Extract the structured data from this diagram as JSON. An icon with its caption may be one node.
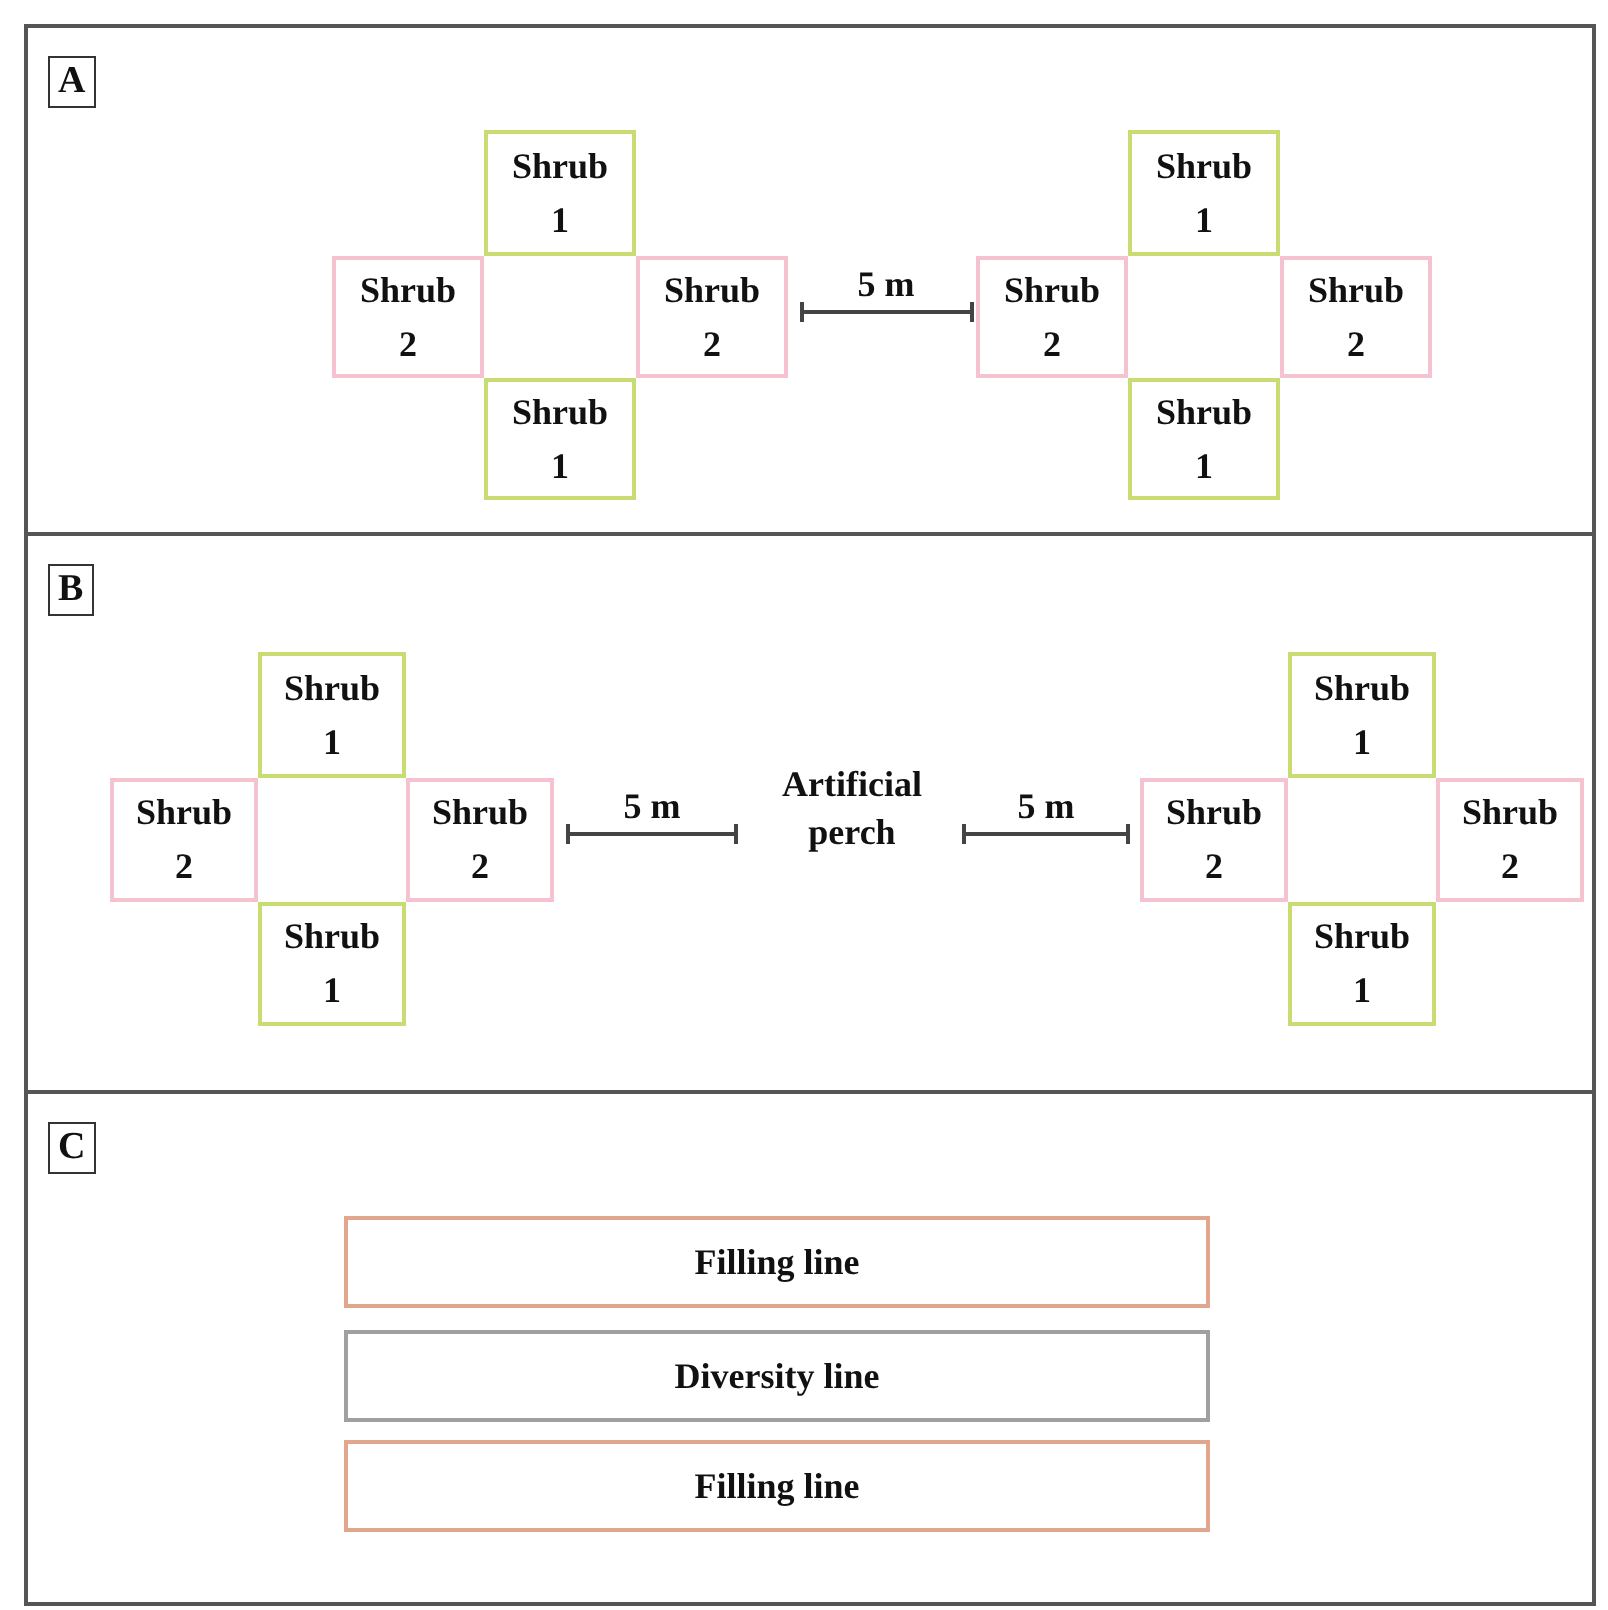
{
  "diagram": {
    "nodes": [
      {
        "text": [
          "A"
        ]
      },
      {
        "text": [
          "Shrub 1"
        ],
        "in": 0
      },
      {
        "text": [
          "Shrub 1"
        ],
        "in": 0
      },
      {
        "text": [
          "Shrub 2"
        ],
        "in": 0
      },
      {
        "text": [
          "Shrub 2"
        ],
        "in": 0
      },
      {
        "text": [
          "Shrub 2"
        ],
        "in": 0
      },
      {
        "text": [
          "Shrub 2"
        ],
        "in": 0
      },
      {
        "text": [
          "Shrub 1"
        ],
        "in": 0
      },
      {
        "text": [
          "Shrub 1"
        ],
        "in": 0
      },
      {
        "text": [
          "B"
        ]
      },
      {
        "text": [
          "Shrub 1"
        ],
        "in": 9
      },
      {
        "text": [
          "Shrub 1"
        ],
        "in": 9
      },
      {
        "text": [
          "Shrub 2"
        ],
        "in": 9
      },
      {
        "text": [
          "Shrub 2"
        ],
        "in": 9
      },
      {
        "text": [
          "Shrub 2"
        ],
        "in": 9
      },
      {
        "text": [
          "Shrub 2"
        ],
        "in": 9
      },
      {
        "text": [
          "Shrub 1"
        ],
        "in": 9
      },
      {
        "text": [
          "Shrub 1"
        ],
        "in": 9
      },
      {
        "text": [
          "C"
        ]
      },
      {
        "text": [
          "Filling line"
        ],
        "in": 18
      },
      {
        "text": [
          "Diversity line"
        ],
        "in": 18
      },
      {
        "text": [
          "Filling line"
        ],
        "in": 18
      }
    ],
    "labels": [
      "5 m",
      "5 m",
      "Artificial perch",
      "5 m"
    ]
  }
}
